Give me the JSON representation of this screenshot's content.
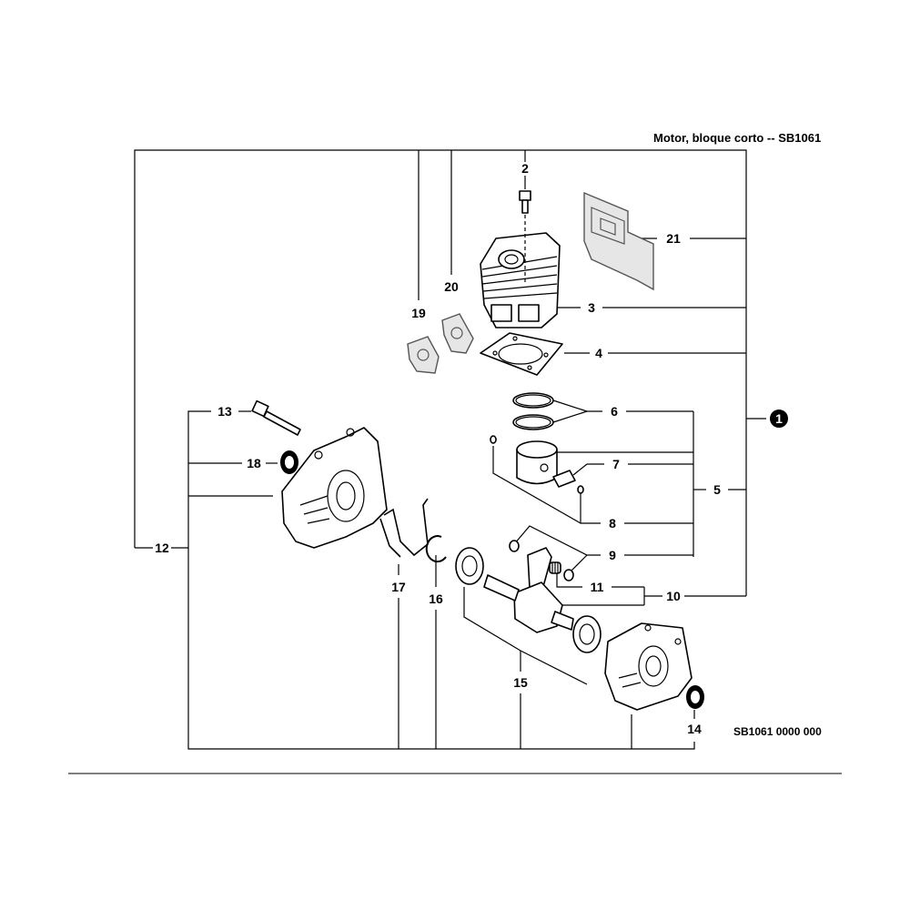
{
  "header": {
    "title": "Motor, bloque corto -- SB1061"
  },
  "drawing_code": "SB1061 0000 000",
  "callouts": {
    "c1": "1",
    "c2": "2",
    "c3": "3",
    "c4": "4",
    "c5": "5",
    "c6": "6",
    "c7": "7",
    "c8": "8",
    "c9": "9",
    "c10": "10",
    "c11": "11",
    "c12": "12",
    "c13": "13",
    "c14": "14",
    "c15": "15",
    "c16": "16",
    "c17": "17",
    "c18": "18",
    "c19": "19",
    "c20": "20",
    "c21": "21"
  }
}
